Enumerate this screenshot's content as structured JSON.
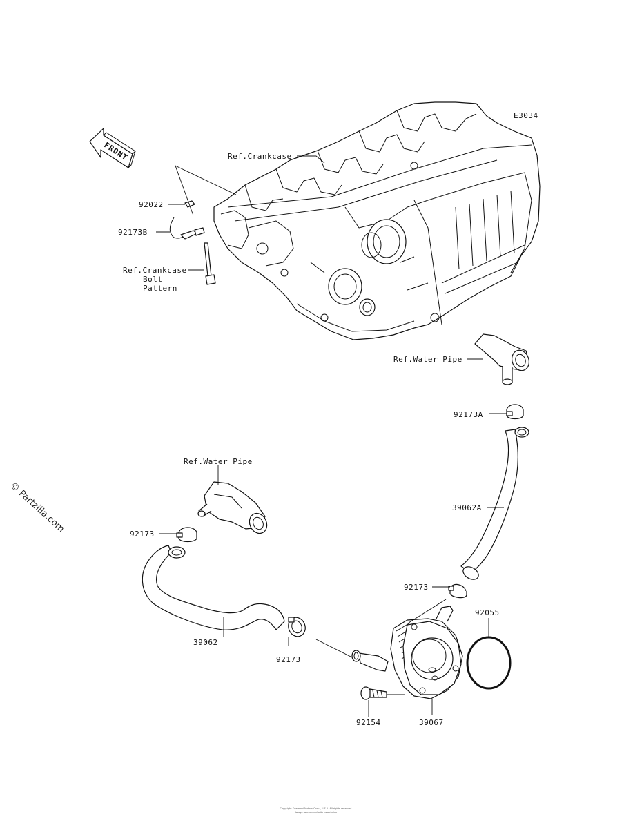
{
  "diagram_code": "E3034",
  "front_label": "FRONT",
  "watermark": "© Partzilla.com",
  "labels": {
    "ref_crankcase": "Ref.Crankcase",
    "p92022": "92022",
    "p92173b": "92173B",
    "ref_crankcase_bolt_1": "Ref.Crankcase",
    "ref_crankcase_bolt_2": "Bolt",
    "ref_crankcase_bolt_3": "Pattern",
    "ref_water_pipe_right": "Ref.Water Pipe",
    "p92173a": "92173A",
    "ref_water_pipe_left": "Ref.Water Pipe",
    "p39062a": "39062A",
    "p92173_left": "92173",
    "p92173_mid_right": "92173",
    "p92055": "92055",
    "p39062": "39062",
    "p92173_bottom": "92173",
    "p92154": "92154",
    "p39067": "39067"
  },
  "footer": {
    "line1": "Copyright Kawasaki Motors Corp., U.S.A. All rights reserved.",
    "line2": "Image reproduced with permission"
  }
}
